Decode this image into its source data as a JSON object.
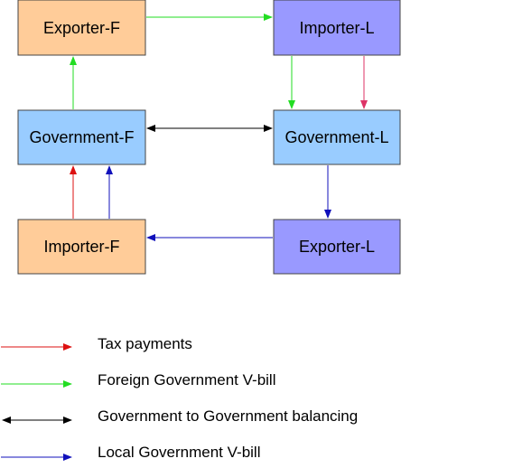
{
  "nodes": {
    "exporter_f": {
      "label": "Exporter-F",
      "fill": "#FFCC99"
    },
    "importer_l": {
      "label": "Importer-L",
      "fill": "#9999FF"
    },
    "government_f": {
      "label": "Government-F",
      "fill": "#99CCFF"
    },
    "government_l": {
      "label": "Government-L",
      "fill": "#99CCFF"
    },
    "importer_f": {
      "label": "Importer-F",
      "fill": "#FFCC99"
    },
    "exporter_l": {
      "label": "Exporter-L",
      "fill": "#9999FF"
    }
  },
  "colors": {
    "tax": "#DD1111",
    "foreign_vbill": "#22DD22",
    "gov_balancing": "#000000",
    "local_vbill": "#1111BB",
    "pink": "#DD3366",
    "box_border": "#444444"
  },
  "legend": [
    {
      "label": "Tax payments",
      "color": "#DD1111"
    },
    {
      "label": "Foreign Government V-bill",
      "color": "#22DD22"
    },
    {
      "label": "Government to Government balancing",
      "color": "#000000"
    },
    {
      "label": "Local Government V-bill",
      "color": "#1111BB"
    }
  ]
}
